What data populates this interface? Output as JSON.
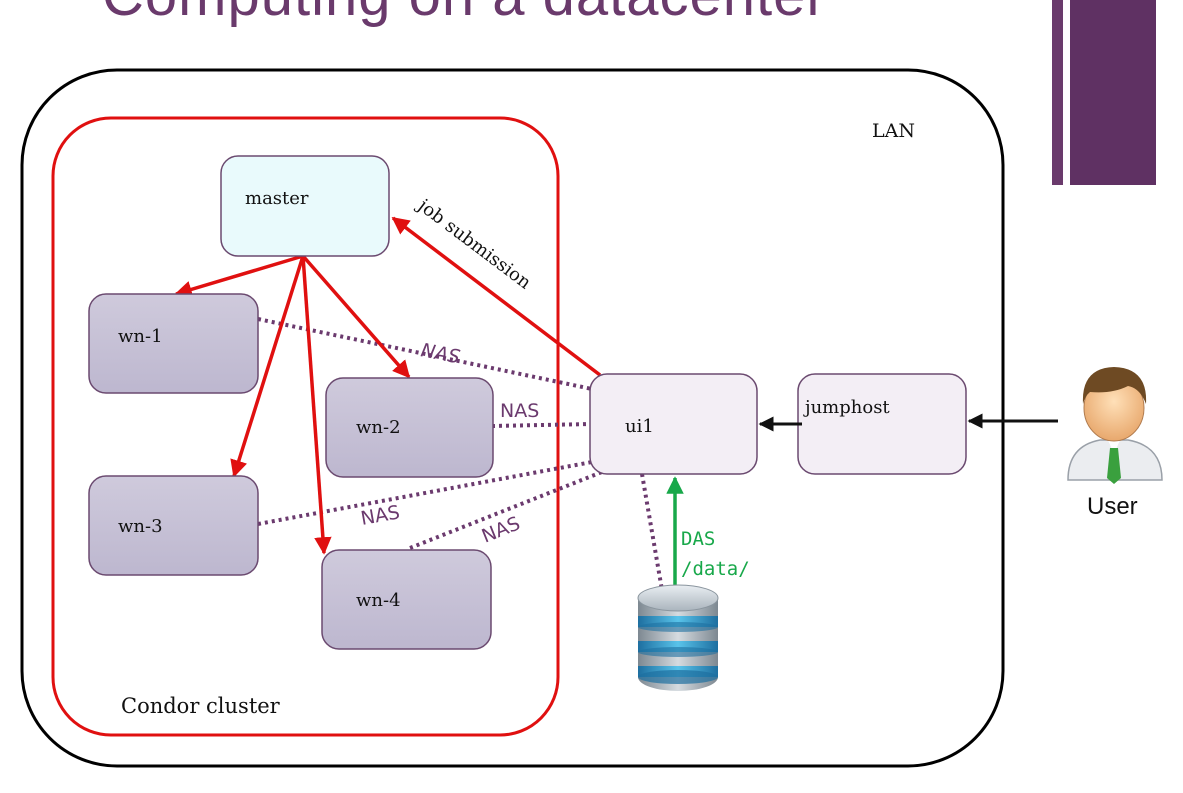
{
  "slide": {
    "title": "Computing on a datacenter"
  },
  "diagram": {
    "lan_label": "LAN",
    "cluster_label": "Condor cluster",
    "nodes": {
      "master": "master",
      "wn1": "wn-1",
      "wn2": "wn-2",
      "wn3": "wn-3",
      "wn4": "wn-4",
      "ui1": "ui1",
      "jumphost": "jumphost"
    },
    "edges": {
      "job_submission": "job submission",
      "nas": "NAS",
      "das": "DAS",
      "das_path": "/data/"
    },
    "user_label": "User",
    "colors": {
      "title": "#6a3a6c",
      "cluster_border": "#e01010",
      "scheduling_arrow": "#e01010",
      "nas_link": "#6b3a6e",
      "das_arrow": "#18a84a",
      "master_fill": "#e9fafc",
      "worker_fill": "#c9c4d8",
      "host_fill": "#f3eef5"
    },
    "icons": [
      "user-icon",
      "database-icon"
    ]
  }
}
